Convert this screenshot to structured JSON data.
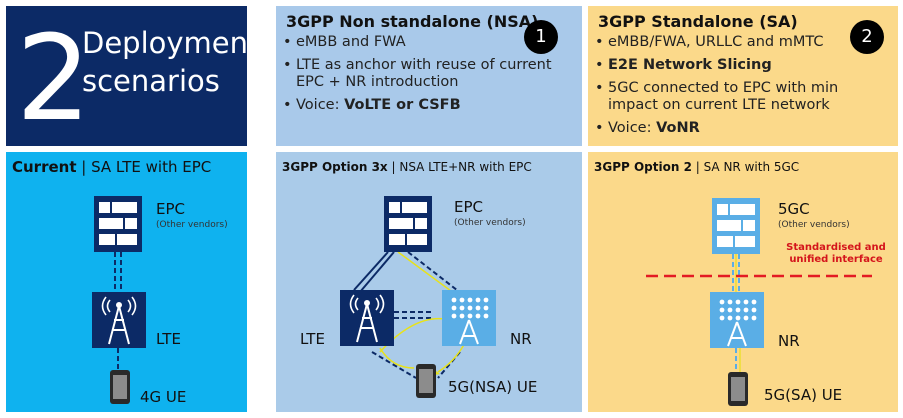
{
  "title": {
    "number": "2",
    "line1": "Deployment",
    "line2": "scenarios"
  },
  "nsa": {
    "header": "3GPP Non standalone (NSA)",
    "badge": "1",
    "bullets": [
      {
        "text": "eMBB and FWA"
      },
      {
        "text": "LTE as anchor with reuse of current EPC + NR introduction"
      },
      {
        "text": "Voice: ",
        "bold": "VoLTE or CSFB"
      }
    ]
  },
  "sa": {
    "header": "3GPP Standalone (SA)",
    "badge": "2",
    "bullets": [
      {
        "text": "eMBB/FWA, URLLC and mMTC"
      },
      {
        "text": "",
        "bold": "E2E Network Slicing"
      },
      {
        "text": "5GC connected to EPC with min impact on current LTE network"
      },
      {
        "text": "Voice: ",
        "bold": "VoNR"
      }
    ]
  },
  "current": {
    "header_bold": "Current",
    "header_rest": " | SA LTE with EPC",
    "epc_label": "EPC",
    "epc_sub": "(Other vendors)",
    "lte_label": "LTE",
    "ue_label": "4G UE"
  },
  "option3x": {
    "header_bold": "3GPP Option 3x",
    "header_rest": " | NSA LTE+NR with EPC",
    "epc_label": "EPC",
    "epc_sub": "(Other vendors)",
    "lte_label": "LTE",
    "nr_label": "NR",
    "ue_label": "5G(NSA) UE"
  },
  "option2": {
    "header_bold": "3GPP Option 2",
    "header_rest": " | SA NR with 5GC",
    "core_label": "5GC",
    "core_sub": "(Other vendors)",
    "note_line1": "Standardised and",
    "note_line2": "unified interface",
    "nr_label": "NR",
    "ue_label": "5G(SA) UE"
  },
  "colors": {
    "title_bg": "#0c2a66",
    "nsa_bg": "#a9c9ea",
    "sa_bg": "#fbd98a",
    "current_bg": "#0fb2ef",
    "interface_red": "#e31b23",
    "icon_navy": "#0c2a66",
    "icon_lightblue": "#5aaee6",
    "signal_yellow": "#e8e21a"
  }
}
